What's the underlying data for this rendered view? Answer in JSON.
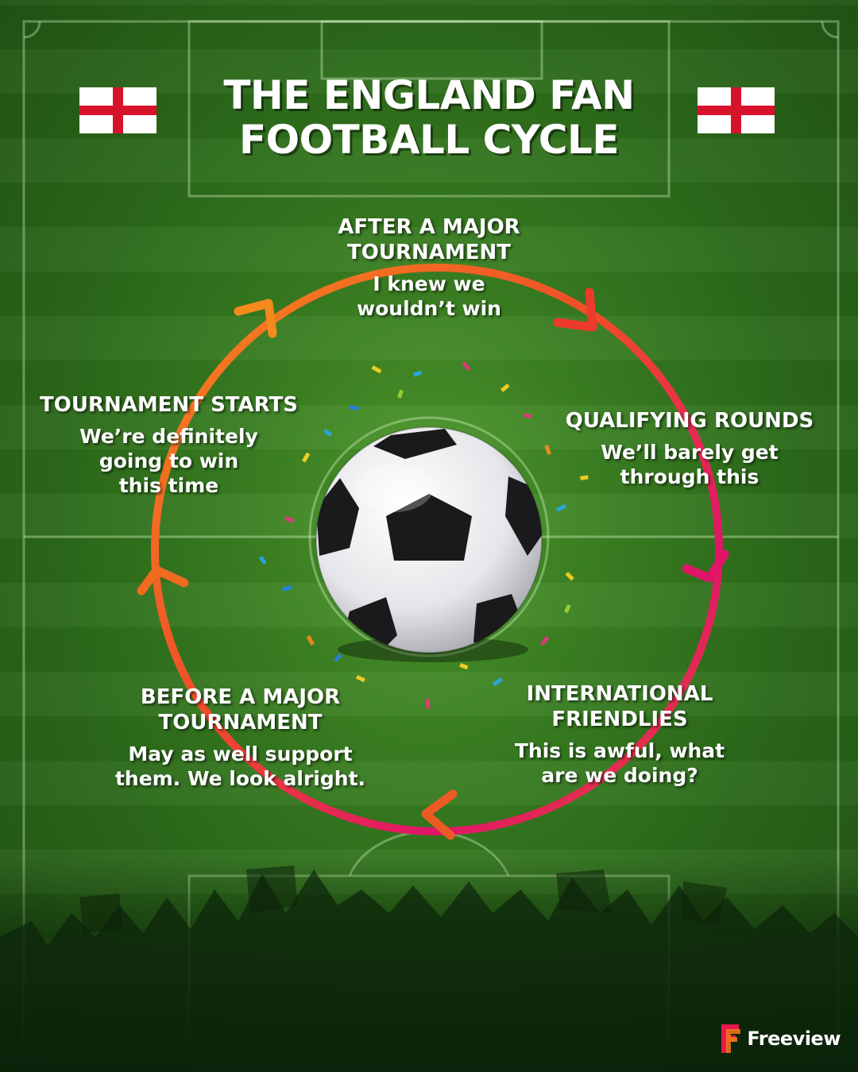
{
  "title": {
    "line1": "THE ENGLAND FAN",
    "line2": "FOOTBALL CYCLE"
  },
  "stages": [
    {
      "id": "after",
      "heading": "AFTER A MAJOR\nTOURNAMENT",
      "quote": "I knew we\nwouldn’t win"
    },
    {
      "id": "qualifying",
      "heading": "QUALIFYING ROUNDS",
      "quote": "We’ll barely get\nthrough this"
    },
    {
      "id": "friendlies",
      "heading": "INTERNATIONAL\nFRIENDLIES",
      "quote": "This is awful, what\nare we doing?"
    },
    {
      "id": "before",
      "heading": "BEFORE A MAJOR\nTOURNAMENT",
      "quote": "May as well support\nthem. We look alright."
    },
    {
      "id": "starts",
      "heading": "TOURNAMENT STARTS",
      "quote": "We’re definitely\ngoing to win\nthis time"
    }
  ],
  "logo": {
    "text": "Freeview"
  },
  "icons": {
    "flag_left": "england-flag-icon",
    "flag_right": "england-flag-icon",
    "ball": "football-icon",
    "logo": "freeview-logo-icon"
  },
  "colors": {
    "grass": "#3a7f22",
    "cycle_orange": "#f07a1a",
    "cycle_red": "#ec2a3c",
    "cycle_magenta": "#e0156a",
    "flag_red": "#d7132b",
    "text": "#ffffff"
  }
}
